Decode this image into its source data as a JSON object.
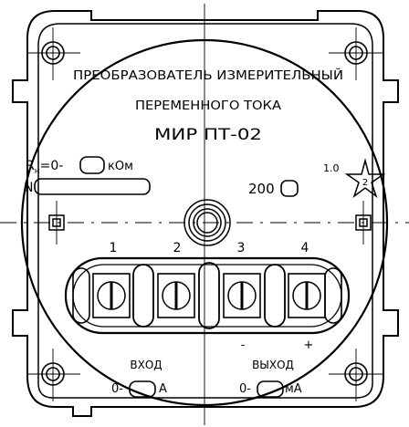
{
  "title_lines": [
    "ПРЕОБРАЗОВАТЕЛЬ ИЗМЕРИТЕЛЬНЫЙ",
    "ПЕРЕМЕННОГО ТОКА",
    "МИР ПТ-02"
  ],
  "resistance": {
    "r": "R",
    "sub": "н",
    "prefix": "=0-",
    "unit": "кОм"
  },
  "serial_label": "N",
  "value_label": "200",
  "accuracy_class": "1.0",
  "star_mark": "2",
  "terminals": [
    "1",
    "2",
    "3",
    "4"
  ],
  "polarity": {
    "minus": "-",
    "plus": "+"
  },
  "input": {
    "label": "ВХОД",
    "prefix": "0-",
    "unit": "А"
  },
  "output": {
    "label": "ВЫХОД",
    "prefix": "0-",
    "unit": "мА"
  }
}
